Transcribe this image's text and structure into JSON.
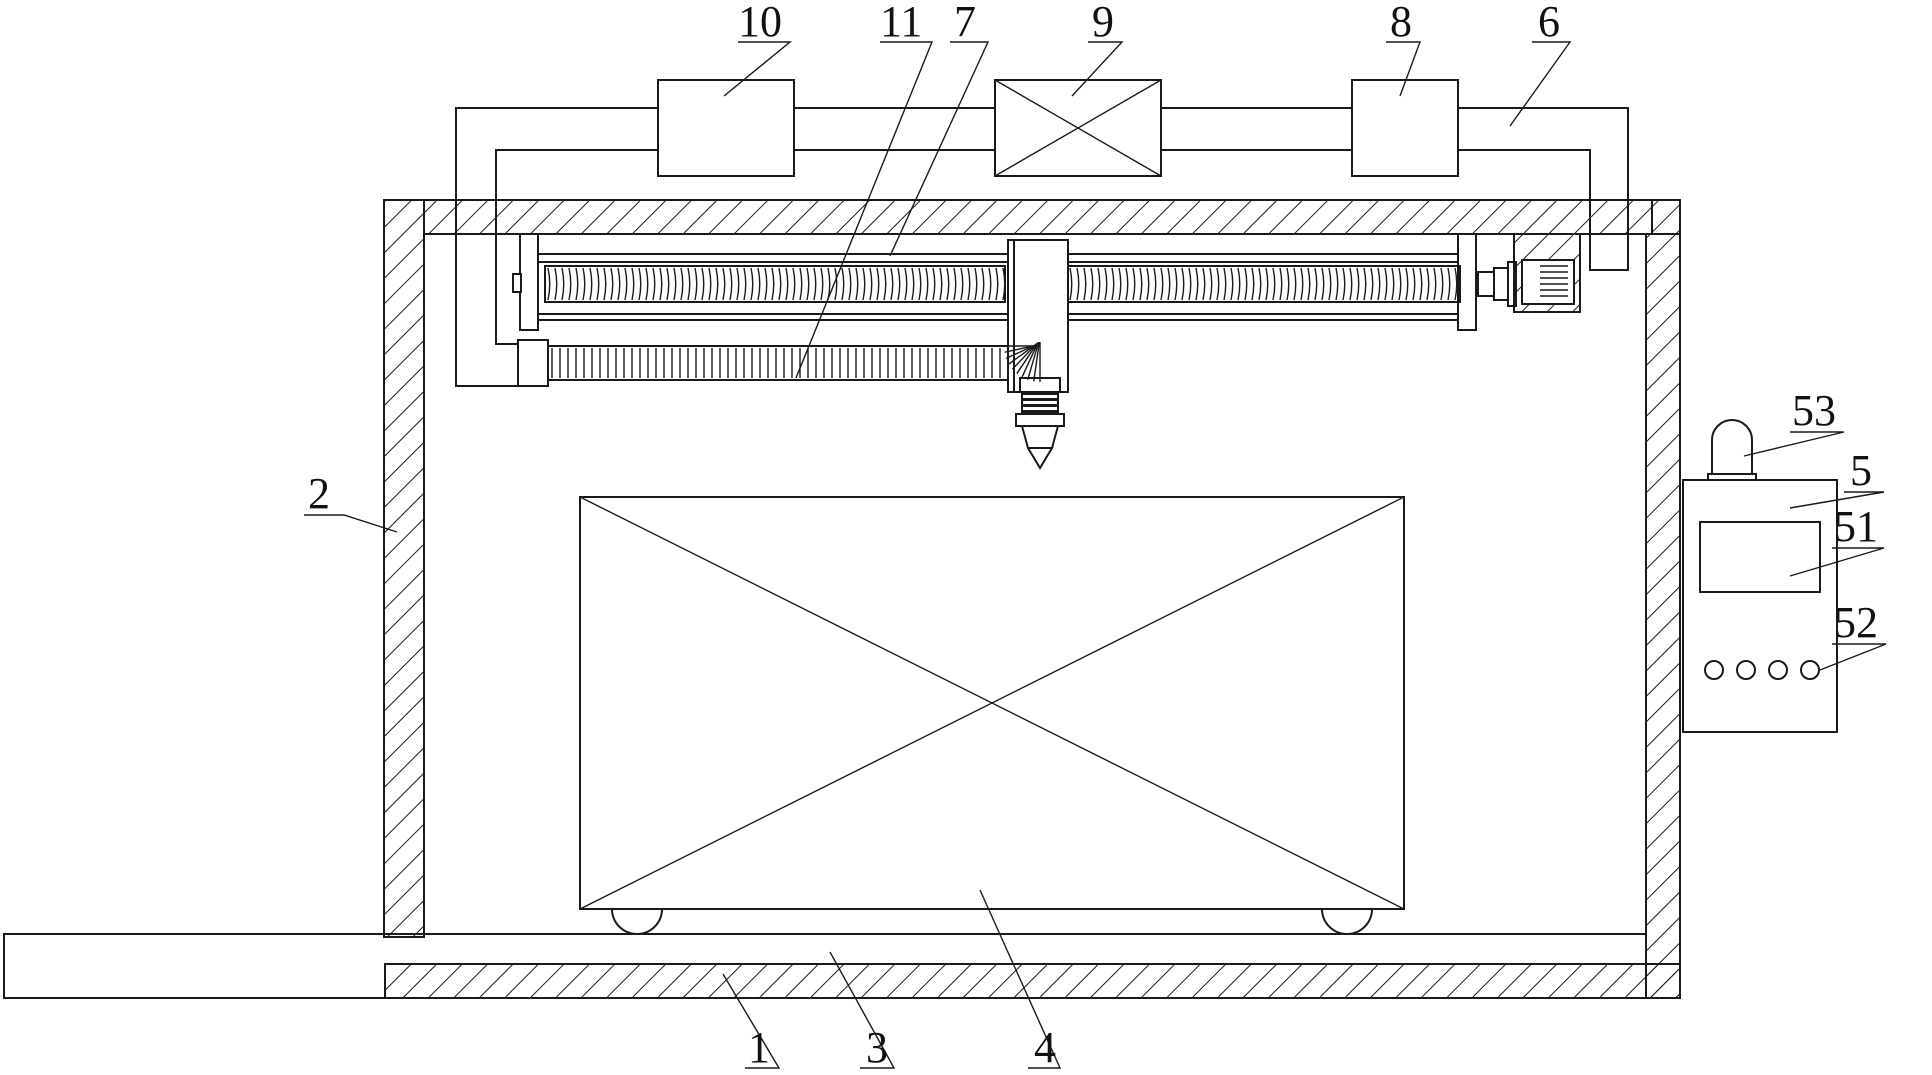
{
  "diagram": {
    "labels": [
      {
        "id": "part-1",
        "text": "1"
      },
      {
        "id": "part-2",
        "text": "2"
      },
      {
        "id": "part-3",
        "text": "3"
      },
      {
        "id": "part-4",
        "text": "4"
      },
      {
        "id": "part-5",
        "text": "5"
      },
      {
        "id": "part-6",
        "text": "6"
      },
      {
        "id": "part-7",
        "text": "7"
      },
      {
        "id": "part-8",
        "text": "8"
      },
      {
        "id": "part-9",
        "text": "9"
      },
      {
        "id": "part-10",
        "text": "10"
      },
      {
        "id": "part-11",
        "text": "11"
      },
      {
        "id": "part-51",
        "text": "51"
      },
      {
        "id": "part-52",
        "text": "52"
      },
      {
        "id": "part-53",
        "text": "53"
      }
    ]
  }
}
